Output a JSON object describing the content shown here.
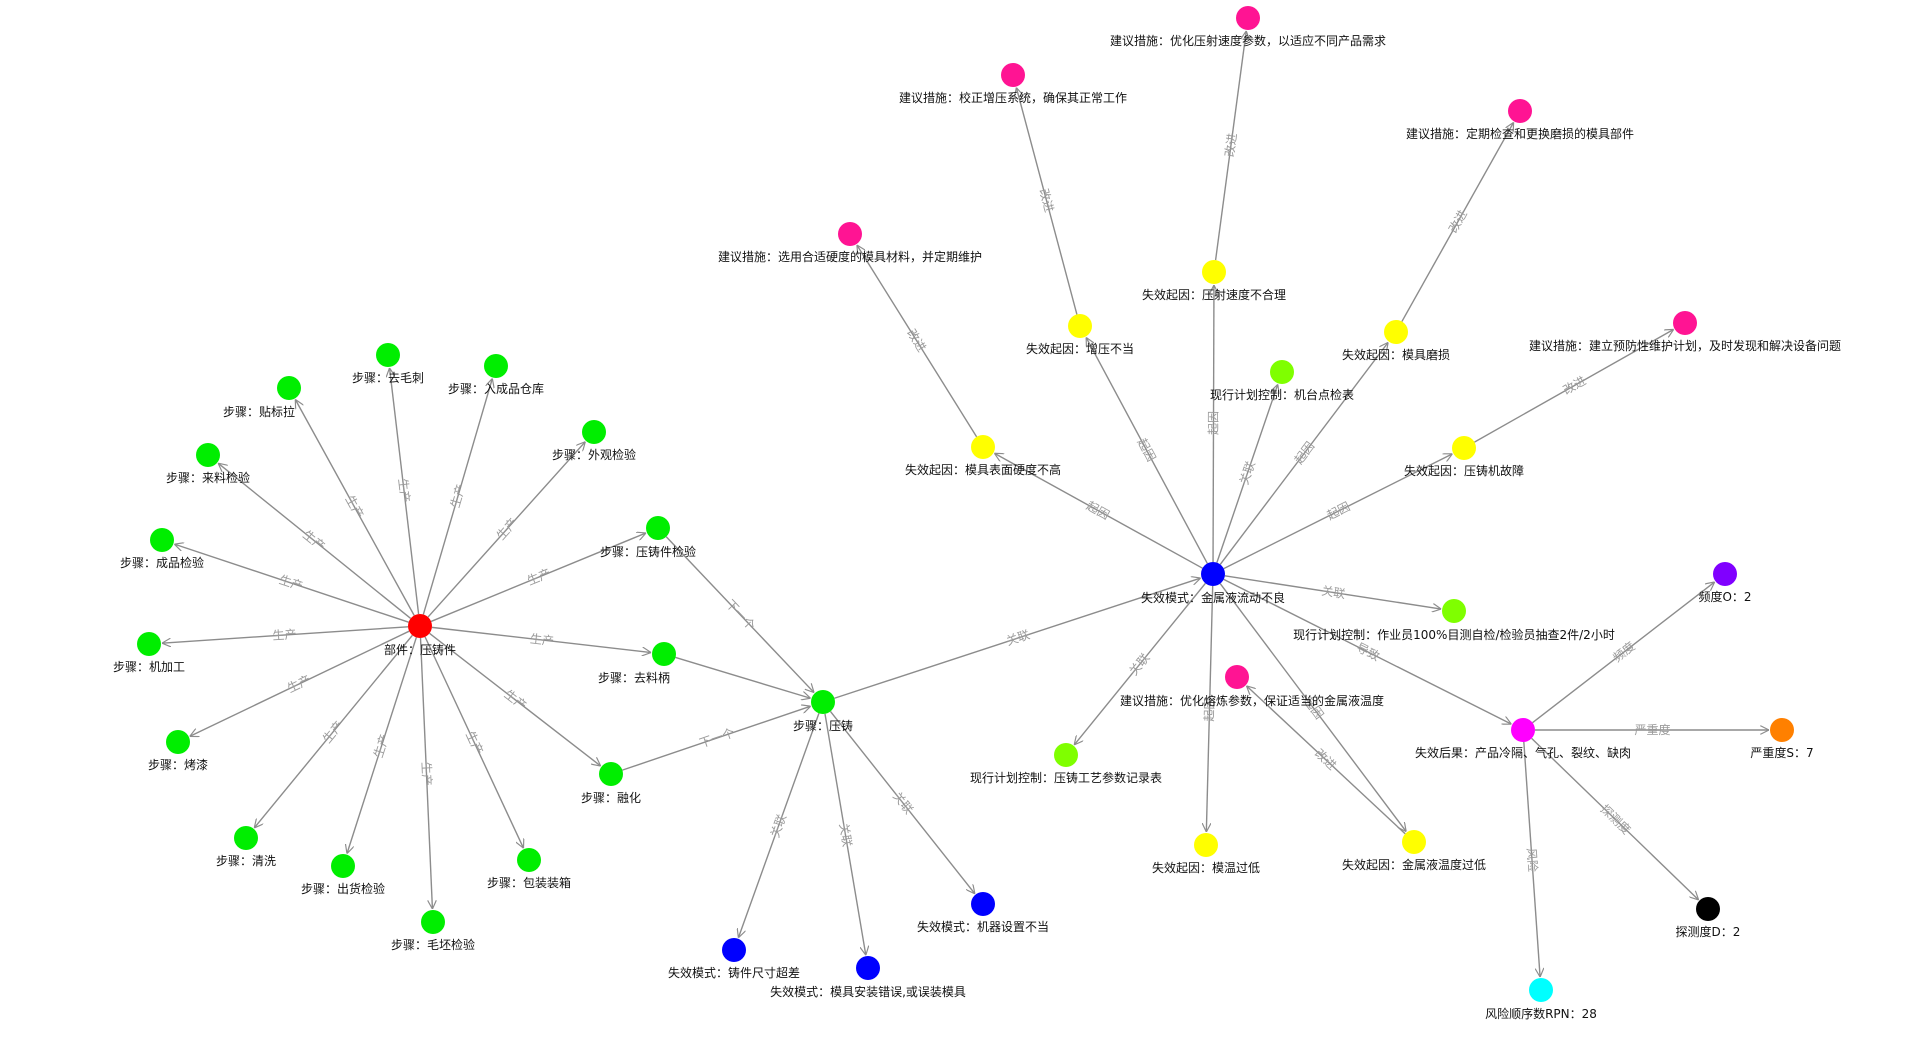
{
  "graph": {
    "nodes": [
      {
        "id": "part",
        "label": "部件：压铸件",
        "color": "#ff0000"
      },
      {
        "id": "s1",
        "label": "步骤：去毛刺",
        "color": "#00ee00"
      },
      {
        "id": "s2",
        "label": "步骤：入成品仓库",
        "color": "#00ee00"
      },
      {
        "id": "s3",
        "label": "步骤：贴标拉",
        "color": "#00ee00"
      },
      {
        "id": "s4",
        "label": "步骤：来料检验",
        "color": "#00ee00"
      },
      {
        "id": "s5",
        "label": "步骤：外观检验",
        "color": "#00ee00"
      },
      {
        "id": "s6",
        "label": "步骤：成品检验",
        "color": "#00ee00"
      },
      {
        "id": "s7",
        "label": "步骤：压铸件检验",
        "color": "#00ee00"
      },
      {
        "id": "s8",
        "label": "步骤：机加工",
        "color": "#00ee00"
      },
      {
        "id": "s9",
        "label": "步骤：去料柄",
        "color": "#00ee00"
      },
      {
        "id": "s10",
        "label": "步骤：烤漆",
        "color": "#00ee00"
      },
      {
        "id": "s11",
        "label": "步骤：压铸",
        "color": "#00ee00"
      },
      {
        "id": "s12",
        "label": "步骤：融化",
        "color": "#00ee00"
      },
      {
        "id": "s13",
        "label": "步骤：清洗",
        "color": "#00ee00"
      },
      {
        "id": "s14",
        "label": "步骤：出货检验",
        "color": "#00ee00"
      },
      {
        "id": "s15",
        "label": "步骤：包装装箱",
        "color": "#00ee00"
      },
      {
        "id": "s16",
        "label": "步骤：毛坯检验",
        "color": "#00ee00"
      },
      {
        "id": "fm1",
        "label": "失效模式：铸件尺寸超差",
        "color": "#0000ff"
      },
      {
        "id": "fm2",
        "label": "失效模式：模具安装错误,或误装模具",
        "color": "#0000ff"
      },
      {
        "id": "fm3",
        "label": "失效模式：机器设置不当",
        "color": "#0000ff"
      },
      {
        "id": "fm",
        "label": "失效模式：金属液流动不良",
        "color": "#0000ff"
      },
      {
        "id": "m1",
        "label": "建议措施：优化压射速度参数，以适应不同产品需求",
        "color": "#ff1493"
      },
      {
        "id": "m2",
        "label": "建议措施：校正增压系统，确保其正常工作",
        "color": "#ff1493"
      },
      {
        "id": "m3",
        "label": "建议措施：定期检查和更换磨损的模具部件",
        "color": "#ff1493"
      },
      {
        "id": "m4",
        "label": "建议措施：选用合适硬度的模具材料，并定期维护",
        "color": "#ff1493"
      },
      {
        "id": "m5",
        "label": "建议措施：建立预防性维护计划，及时发现和解决设备问题",
        "color": "#ff1493"
      },
      {
        "id": "m6",
        "label": "建议措施：优化熔炼参数，保证适当的金属液温度",
        "color": "#ff1493"
      },
      {
        "id": "c1",
        "label": "失效起因：压射速度不合理",
        "color": "#ffff00"
      },
      {
        "id": "c2",
        "label": "失效起因：增压不当",
        "color": "#ffff00"
      },
      {
        "id": "c3",
        "label": "失效起因：模具磨损",
        "color": "#ffff00"
      },
      {
        "id": "c4",
        "label": "失效起因：模具表面硬度不高",
        "color": "#ffff00"
      },
      {
        "id": "c5",
        "label": "失效起因：压铸机故障",
        "color": "#ffff00"
      },
      {
        "id": "c6",
        "label": "失效起因：模温过低",
        "color": "#ffff00"
      },
      {
        "id": "c7",
        "label": "失效起因：金属液温度过低",
        "color": "#ffff00"
      },
      {
        "id": "pc1",
        "label": "现行计划控制：机台点检表",
        "color": "#7fff00"
      },
      {
        "id": "pc2",
        "label": "现行计划控制：作业员100%目测自检/检验员抽查2件/2小时",
        "color": "#7fff00"
      },
      {
        "id": "pc3",
        "label": "现行计划控制：压铸工艺参数记录表",
        "color": "#7fff00"
      },
      {
        "id": "fe",
        "label": "失效后果：产品冷隔、气孔、裂纹、缺肉",
        "color": "#ff00ff"
      },
      {
        "id": "occ",
        "label": "频度O：2",
        "color": "#8000ff"
      },
      {
        "id": "sev",
        "label": "严重度S：7",
        "color": "#ff8000"
      },
      {
        "id": "det",
        "label": "探测度D：2",
        "color": "#000000"
      },
      {
        "id": "rpn",
        "label": "风险顺序数RPN：28",
        "color": "#00ffff"
      }
    ],
    "edges": [
      {
        "source": "part",
        "target": "s1",
        "label": "生产"
      },
      {
        "source": "part",
        "target": "s2",
        "label": "生产"
      },
      {
        "source": "part",
        "target": "s3",
        "label": "生产"
      },
      {
        "source": "part",
        "target": "s4",
        "label": "生产"
      },
      {
        "source": "part",
        "target": "s5",
        "label": "生产"
      },
      {
        "source": "part",
        "target": "s6",
        "label": "生产"
      },
      {
        "source": "part",
        "target": "s7",
        "label": "生产"
      },
      {
        "source": "part",
        "target": "s8",
        "label": "生产"
      },
      {
        "source": "part",
        "target": "s9",
        "label": "生产"
      },
      {
        "source": "part",
        "target": "s10",
        "label": "生产"
      },
      {
        "source": "part",
        "target": "s12",
        "label": "生产"
      },
      {
        "source": "part",
        "target": "s13",
        "label": "生产"
      },
      {
        "source": "part",
        "target": "s14",
        "label": "生产"
      },
      {
        "source": "part",
        "target": "s15",
        "label": "生产"
      },
      {
        "source": "part",
        "target": "s16",
        "label": "生产"
      },
      {
        "source": "s7",
        "target": "s11",
        "label": "下一个"
      },
      {
        "source": "s9",
        "target": "s11",
        "label": ""
      },
      {
        "source": "s12",
        "target": "s11",
        "label": "下一个"
      },
      {
        "source": "s11",
        "target": "fm",
        "label": "关联"
      },
      {
        "source": "s11",
        "target": "fm1",
        "label": "关联"
      },
      {
        "source": "s11",
        "target": "fm2",
        "label": "关联"
      },
      {
        "source": "s11",
        "target": "fm3",
        "label": "关联"
      },
      {
        "source": "fm",
        "target": "c1",
        "label": "起因"
      },
      {
        "source": "fm",
        "target": "c2",
        "label": "起因"
      },
      {
        "source": "fm",
        "target": "c3",
        "label": "起因"
      },
      {
        "source": "fm",
        "target": "c4",
        "label": "起因"
      },
      {
        "source": "fm",
        "target": "c5",
        "label": "起因"
      },
      {
        "source": "fm",
        "target": "c6",
        "label": "起因"
      },
      {
        "source": "fm",
        "target": "c7",
        "label": "起因"
      },
      {
        "source": "fm",
        "target": "pc1",
        "label": "关联"
      },
      {
        "source": "fm",
        "target": "pc2",
        "label": "关联"
      },
      {
        "source": "fm",
        "target": "pc3",
        "label": "关联"
      },
      {
        "source": "fm",
        "target": "fe",
        "label": "导致"
      },
      {
        "source": "c1",
        "target": "m1",
        "label": "改进"
      },
      {
        "source": "c2",
        "target": "m2",
        "label": "改进"
      },
      {
        "source": "c3",
        "target": "m3",
        "label": "改进"
      },
      {
        "source": "c4",
        "target": "m4",
        "label": "改进"
      },
      {
        "source": "c5",
        "target": "m5",
        "label": "改进"
      },
      {
        "source": "c7",
        "target": "m6",
        "label": "改进"
      },
      {
        "source": "fe",
        "target": "occ",
        "label": "频度"
      },
      {
        "source": "fe",
        "target": "sev",
        "label": "严重度"
      },
      {
        "source": "fe",
        "target": "det",
        "label": "探测度"
      },
      {
        "source": "fe",
        "target": "rpn",
        "label": "风险"
      }
    ]
  }
}
